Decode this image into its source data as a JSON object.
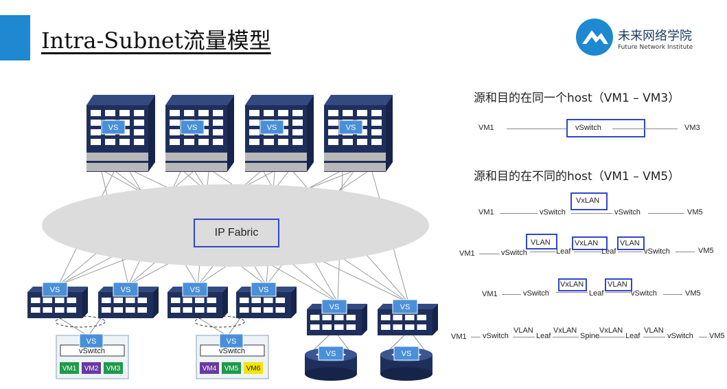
{
  "title": "Intra-Subnet流量模型",
  "logo": {
    "name": "未来网络学院",
    "subtitle": "Future Network Institute"
  },
  "colors": {
    "accent": "#1e88d0",
    "highlight": "#2f47c9",
    "vs": "#4a90d9",
    "building": "#1f2f5c",
    "green_vm": "#1f9a4a",
    "purple_vm": "#6a3aa0",
    "yellow_vm": "#f5e400"
  },
  "diagram": {
    "fabric_label": "IP Fabric",
    "vs_label": "VS",
    "vswitch_label": "vSwitch",
    "hosts": [
      {
        "vms": [
          {
            "label": "VM1",
            "color": "green"
          },
          {
            "label": "VM2",
            "color": "purple"
          },
          {
            "label": "VM3",
            "color": "green"
          }
        ]
      },
      {
        "vms": [
          {
            "label": "VM4",
            "color": "purple"
          },
          {
            "label": "VM5",
            "color": "green"
          },
          {
            "label": "VM6",
            "color": "yellow"
          }
        ]
      }
    ]
  },
  "right": {
    "heading1": "源和目的在同一个host（VM1 – VM3）",
    "heading2": "源和目的在不同的host（VM1 – VM5）",
    "path1": {
      "src": "VM1",
      "via": "vSwitch",
      "dst": "VM3"
    },
    "path2": {
      "a": "VM1",
      "b": "vSwitch",
      "tunnel": "VxLAN",
      "c": "vSwitch",
      "d": "VM5"
    },
    "path3": {
      "a": "VM1",
      "b": "vSwitch",
      "t1": "VLAN",
      "c": "Leaf",
      "t2": "VxLAN",
      "d": "Leaf",
      "t3": "VLAN",
      "e": "vSwitch",
      "f": "VM5"
    },
    "path4": {
      "a": "VM1",
      "b": "vSwitch",
      "t1": "VxLAN",
      "c": "Leaf",
      "t2": "VLAN",
      "d": "vSwitch",
      "e": "VM5"
    },
    "path5": {
      "a": "VM1",
      "b": "vSwitch",
      "t1": "VLAN",
      "c": "Leaf",
      "t2": "VxLAN",
      "d": "Spine",
      "t3": "VxLAN",
      "e": "Leaf",
      "t4": "VLAN",
      "f": "vSwitch",
      "g": "VM5"
    }
  }
}
